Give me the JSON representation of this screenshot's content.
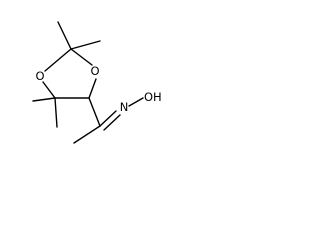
{
  "molecule": {
    "atoms": {
      "o_top": "O",
      "o_left": "O",
      "n_oxime": "N",
      "hydroxyl": "OH"
    }
  },
  "colors": {
    "background": "#ffffff",
    "bond": "#000000",
    "label": "#000000"
  }
}
